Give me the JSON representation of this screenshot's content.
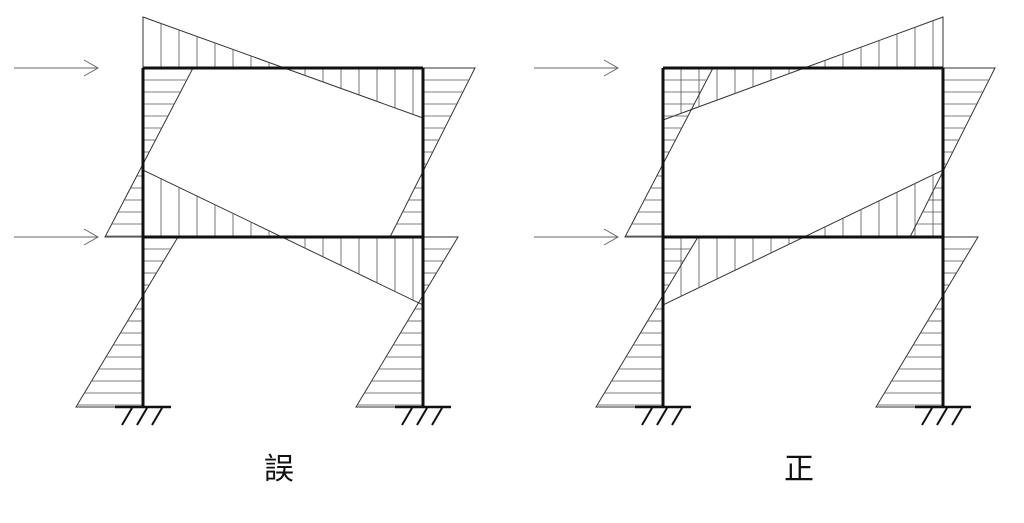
{
  "panels": [
    {
      "id": "wrong",
      "caption": "誤"
    },
    {
      "id": "right",
      "caption": "正"
    }
  ],
  "colors": {
    "frame": "#111111",
    "diagram": "#333333",
    "hatch": "#555555",
    "arrow": "#666666",
    "background": "#ffffff"
  }
}
